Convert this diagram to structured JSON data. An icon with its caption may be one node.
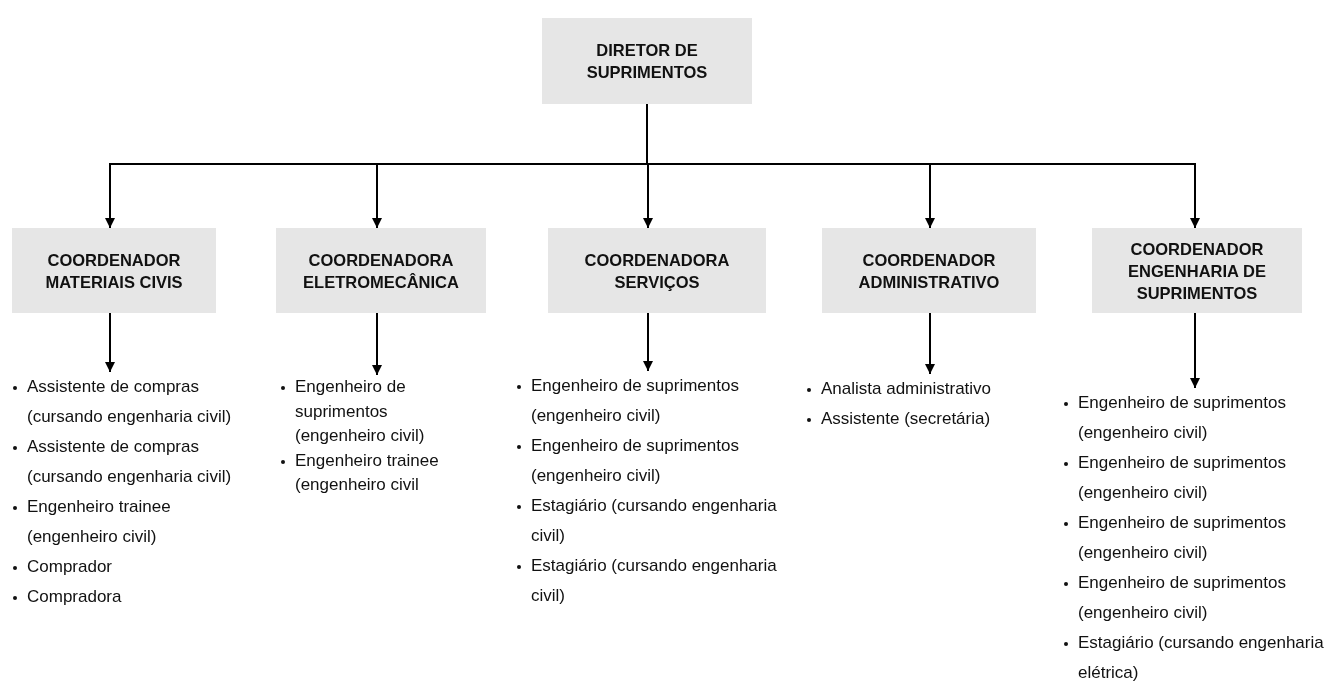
{
  "diagram": {
    "nodes": [
      {
        "text": [
          "DIRETOR DE SUPRIMENTOS"
        ]
      },
      {
        "text": [
          "COORDENADOR MATERIAIS CIVIS"
        ]
      },
      {
        "text": [
          "COORDENADORA ELETROMECÂNICA"
        ]
      },
      {
        "text": [
          "COORDENADORA SERVIÇOS"
        ]
      },
      {
        "text": [
          "COORDENADOR ADMINISTRATIVO"
        ]
      },
      {
        "text": [
          "COORDENADOR ENGENHARIA DE SUPRIMENTOS"
        ]
      },
      {
        "text": [
          "Assistente de compras (cursando engenharia civil)",
          "Assistente de compras (cursando engenharia civil)",
          "Engenheiro trainee (engenheiro civil)",
          "Comprador",
          "Compradora"
        ]
      },
      {
        "text": [
          "Engenheiro de suprimentos (engenheiro civil)",
          "Engenheiro trainee (engenheiro civil"
        ]
      },
      {
        "text": [
          "Engenheiro de suprimentos (engenheiro civil)",
          "Engenheiro de suprimentos (engenheiro civil)",
          "Estagiário (cursando engenharia civil)",
          "Estagiário (cursando engenharia civil)"
        ]
      },
      {
        "text": [
          "Analista administrativo",
          "Assistente (secretária)"
        ]
      },
      {
        "text": [
          "Engenheiro de suprimentos (engenheiro civil)",
          "Engenheiro de suprimentos (engenheiro civil)",
          "Engenheiro de suprimentos (engenheiro civil)",
          "Engenheiro de suprimentos (engenheiro civil)",
          "Estagiário (cursando engenharia elétrica)"
        ]
      }
    ],
    "edges": [
      {
        "from": 0,
        "to": 1,
        "arrow": "to"
      },
      {
        "from": 0,
        "to": 2,
        "arrow": "to"
      },
      {
        "from": 0,
        "to": 3,
        "arrow": "to"
      },
      {
        "from": 0,
        "to": 4,
        "arrow": "to"
      },
      {
        "from": 0,
        "to": 5,
        "arrow": "to"
      },
      {
        "from": 1,
        "to": 6,
        "arrow": "to"
      },
      {
        "from": 2,
        "to": 7,
        "arrow": "to"
      },
      {
        "from": 3,
        "to": 8,
        "arrow": "to"
      },
      {
        "from": 4,
        "to": 9,
        "arrow": "to"
      },
      {
        "from": 5,
        "to": 10,
        "arrow": "to"
      }
    ]
  }
}
